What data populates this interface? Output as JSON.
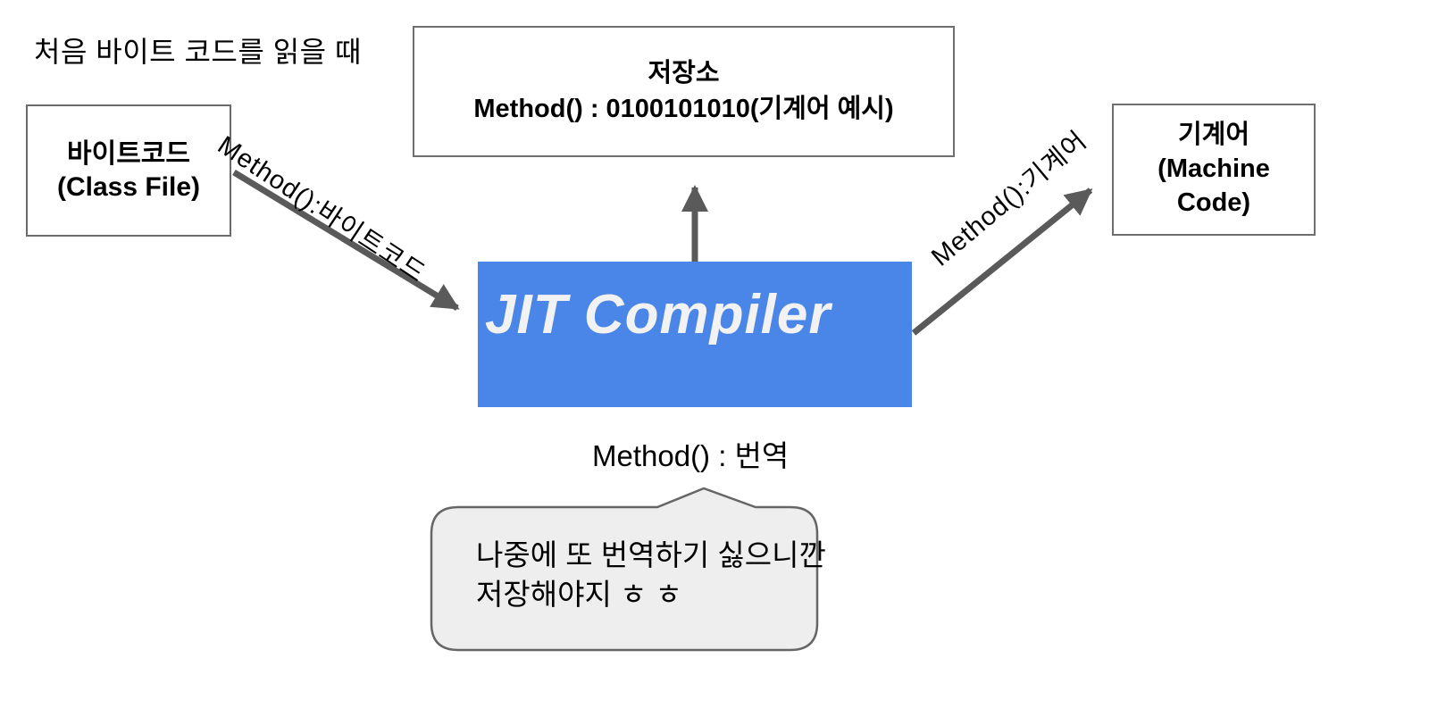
{
  "title": "처음 바이트 코드를 읽을 때",
  "colors": {
    "jit_blue": "#4a86e8",
    "arrow_gray": "#5a5a5a",
    "bubble_fill": "#eeeeee",
    "bubble_border": "#666666",
    "box_border": "#6e6e6e"
  },
  "nodes": {
    "bytecode": {
      "line1": "바이트코드",
      "line2": "(Class File)"
    },
    "storage": {
      "line1": "저장소",
      "line2": "Method() : 0100101010(기계어 예시)"
    },
    "machine": {
      "line1": "기계어",
      "line2": "(Machine",
      "line3": "Code)"
    },
    "jit": {
      "label": "JIT Compiler"
    }
  },
  "edges": {
    "bytecode_to_jit": {
      "label": "Method():바이트코드"
    },
    "jit_to_machine": {
      "label": "Method():기계어"
    }
  },
  "annotations": {
    "translate": "Method() : 번역",
    "bubble": {
      "line1": "나중에 또 번역하기 싫으니깐",
      "line2": "저장해야지 ㅎ ㅎ"
    }
  }
}
